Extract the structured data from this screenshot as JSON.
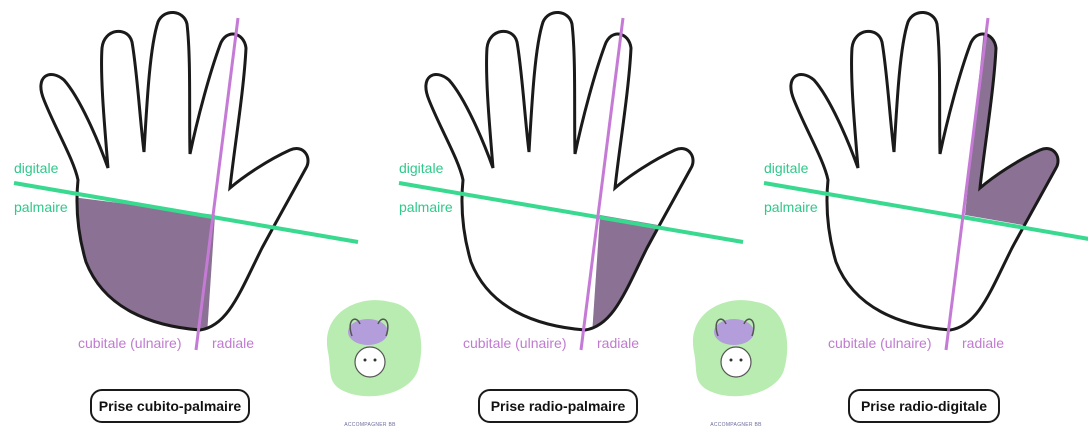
{
  "panels": [
    {
      "label_digitale": "digitale",
      "label_palmaire": "palmaire",
      "label_cubitale": "cubitale (ulnaire)",
      "label_radiale": "radiale",
      "caption": "Prise cubito-palmaire",
      "shaded_region": "ulnar-palm"
    },
    {
      "label_digitale": "digitale",
      "label_palmaire": "palmaire",
      "label_cubitale": "cubitale (ulnaire)",
      "label_radiale": "radiale",
      "caption": "Prise radio-palmaire",
      "shaded_region": "radial-palm"
    },
    {
      "label_digitale": "digitale",
      "label_palmaire": "palmaire",
      "label_cubitale": "cubitale (ulnaire)",
      "label_radiale": "radiale",
      "caption": "Prise radio-digitale",
      "shaded_region": "radial-fingers"
    }
  ],
  "logo": {
    "text": "ACCOMPAGNER BB",
    "icon": "child-logo-icon"
  },
  "colors": {
    "shade": "#8b7193",
    "transverse_line": "#39d98f",
    "axis_line": "#c57ad6",
    "outline": "#1a1a1a",
    "label_green": "#2fc98a",
    "label_purple": "#c07bd0",
    "logo_blob": "#b8ecb0",
    "logo_figure": "#b39ddb"
  }
}
